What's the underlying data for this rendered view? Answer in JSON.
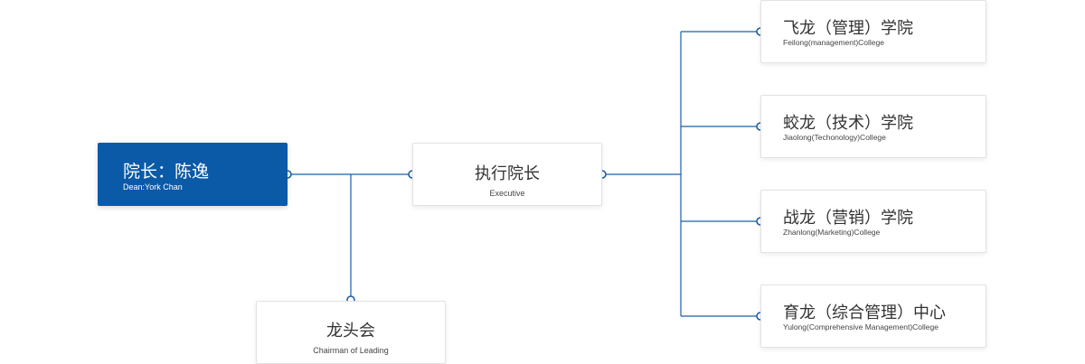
{
  "dean": {
    "title": "院长：陈逸",
    "subtitle": "Dean:York Chan"
  },
  "executive": {
    "title": "执行院长",
    "subtitle": "Executive"
  },
  "council": {
    "title": "龙头会",
    "subtitle": "Chairman of Leading"
  },
  "colleges": [
    {
      "title": "飞龙（管理）学院",
      "subtitle": "Feilong(management)College"
    },
    {
      "title": "蛟龙（技术）学院",
      "subtitle": "Jiaolong(Techonology)College"
    },
    {
      "title": "战龙（营销）学院",
      "subtitle": "Zhanlong(Marketing)College"
    },
    {
      "title": "育龙（综合管理）中心",
      "subtitle": "Yulong(Comprehensive Management)College"
    }
  ],
  "colors": {
    "accent": "#0a5aa8",
    "line": "#1a5fa6",
    "border": "#e2e2e2"
  }
}
